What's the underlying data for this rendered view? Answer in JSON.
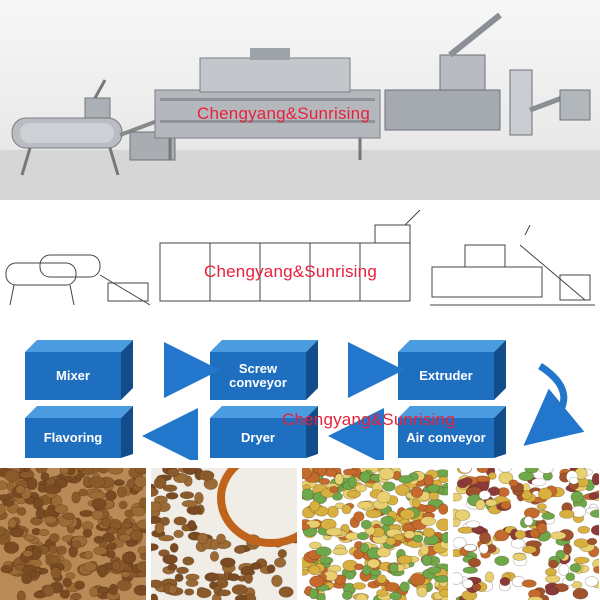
{
  "watermark_text": "Chengyang&Sunrising",
  "flow": {
    "steps": [
      {
        "id": "mixer",
        "label": "Mixer"
      },
      {
        "id": "screw-conveyor",
        "label": "Screw\nconveyor"
      },
      {
        "id": "extruder",
        "label": "Extruder"
      },
      {
        "id": "air-conveyor",
        "label": "Air conveyor"
      },
      {
        "id": "dryer",
        "label": "Dryer"
      },
      {
        "id": "flavoring",
        "label": "Flavoring"
      }
    ],
    "order": [
      "mixer",
      "screw-conveyor",
      "extruder",
      "air-conveyor",
      "dryer",
      "flavoring"
    ]
  },
  "colors": {
    "box_front": "#1f6fc0",
    "box_top": "#4a9be0",
    "box_side": "#134c8a",
    "arrow": "#2277cc",
    "watermark": "#e8203c",
    "kibble_brown": "#8a5a2b",
    "kibble_mixed": [
      "#d8b040",
      "#6fa84a",
      "#c46a2c",
      "#e8d070"
    ]
  },
  "samples": [
    {
      "id": "brown-kibble",
      "kind": "single-color"
    },
    {
      "id": "brown-kibble-bowl",
      "kind": "single-color-bowl"
    },
    {
      "id": "mixed-kibble",
      "kind": "multi-color"
    },
    {
      "id": "shaped-treats",
      "kind": "multi-shape"
    }
  ]
}
